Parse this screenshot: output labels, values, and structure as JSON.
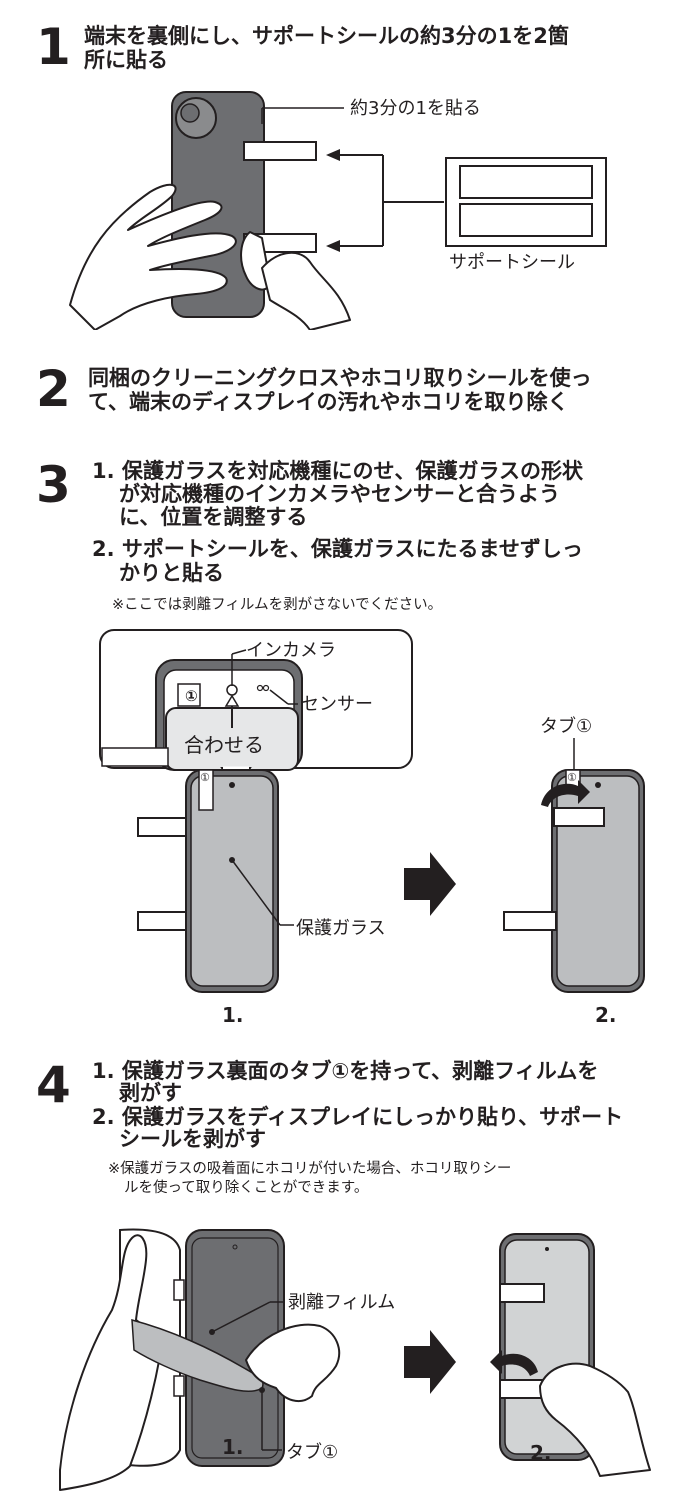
{
  "step1": {
    "number": "1",
    "heading_line1": "端末を裏側にし、サポートシールの約3分の1を2箇",
    "heading_line2": "所に貼る",
    "label_one_third": "約3分の1を貼る",
    "label_support_seal": "サポートシール"
  },
  "step2": {
    "number": "2",
    "heading_line1": "同梱のクリーニングクロスやホコリ取りシールを使っ",
    "heading_line2": "て、端末のディスプレイの汚れやホコリを取り除く"
  },
  "step3": {
    "number": "3",
    "item1_line1": "1. 保護ガラスを対応機種にのせ、保護ガラスの形状",
    "item1_line2": "が対応機種のインカメラやセンサーと合うよう",
    "item1_line3": "に、位置を調整する",
    "item2_line1": "2. サポートシールを、保護ガラスにたるませずしっ",
    "item2_line2": "かりと貼る",
    "note": "※ここでは剥離フィルムを剥がさないでください。",
    "label_in_camera": "インカメラ",
    "label_sensor": "センサー",
    "label_align": "合わせる",
    "label_tab_mark": "①",
    "label_tab1": "タブ①",
    "label_protective_glass": "保護ガラス",
    "fig1_caption": "1.",
    "fig2_caption": "2."
  },
  "step4": {
    "number": "4",
    "item1_line1": "1. 保護ガラス裏面のタブ①を持って、剥離フィルムを",
    "item1_line2": "剥がす",
    "item2_line1": "2. 保護ガラスをディスプレイにしっかり貼り、サポート",
    "item2_line2": "シールを剥がす",
    "note_line1": "※保護ガラスの吸着面にホコリが付いた場合、ホコリ取りシー",
    "note_line2": "ルを使って取り除くことができます。",
    "label_peel_film": "剥離フィルム",
    "label_tab1": "タブ①",
    "fig1_caption": "1.",
    "fig2_caption": "2."
  },
  "colors": {
    "text": "#231f20",
    "device_dark": "#6d6e71",
    "glass_light": "#bcbec0",
    "screen_gray": "#d1d3d4",
    "white": "#ffffff"
  }
}
